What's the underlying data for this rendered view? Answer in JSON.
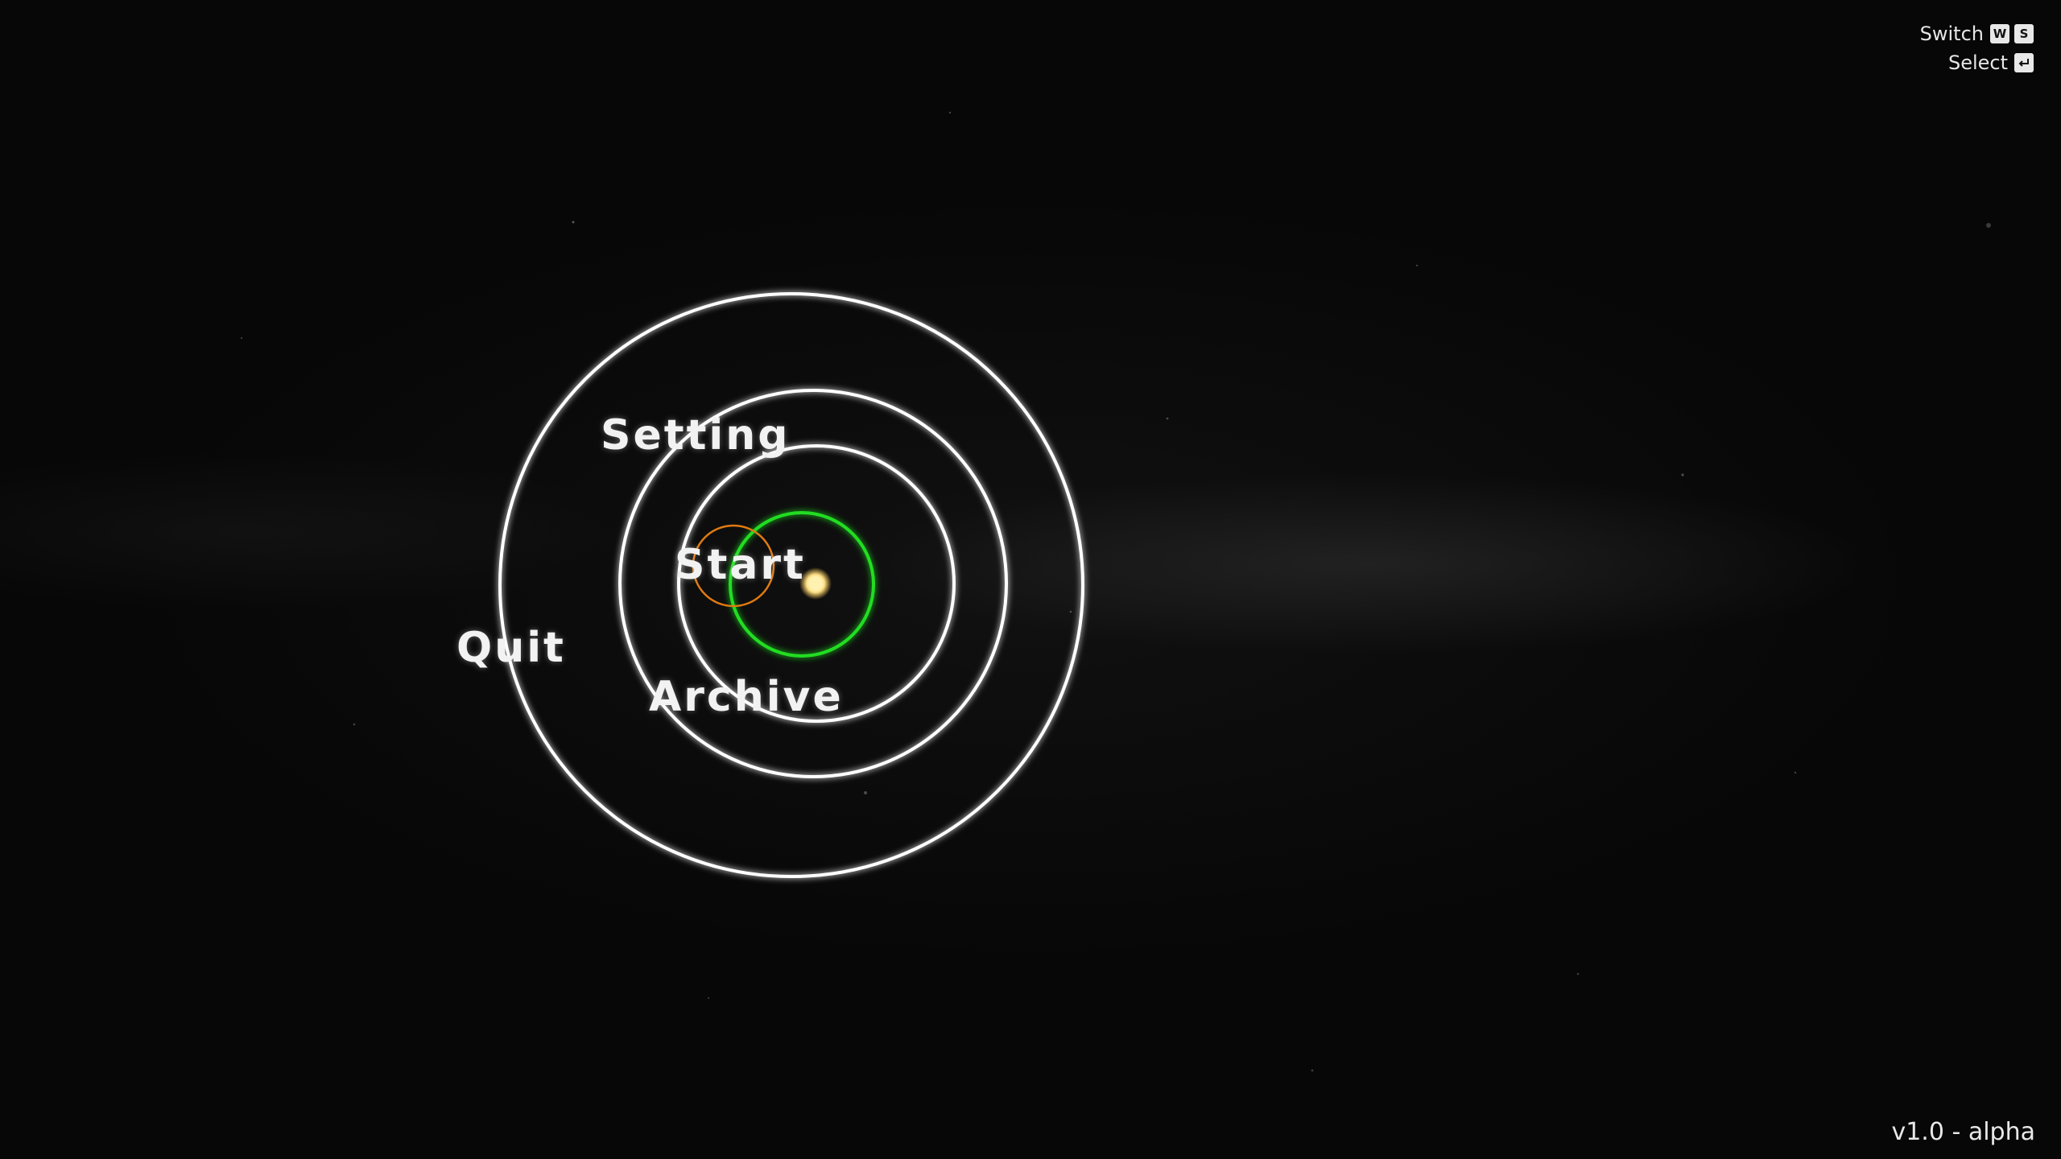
{
  "menu": {
    "items": [
      {
        "id": "setting",
        "label": "Setting"
      },
      {
        "id": "start",
        "label": "Start"
      },
      {
        "id": "quit",
        "label": "Quit"
      },
      {
        "id": "archive",
        "label": "Archive"
      }
    ],
    "selected": "start"
  },
  "controls": {
    "switch_label": "Switch",
    "switch_keys": [
      "W",
      "S"
    ],
    "select_label": "Select",
    "select_key_icon": "enter-key-icon"
  },
  "version": "v1.0 - alpha",
  "colors": {
    "orbit": "#ffffff",
    "selected_orbit": "#22dd22",
    "selection_ring": "#e07a10",
    "sun": "#ffe38a",
    "background": "#080808"
  }
}
